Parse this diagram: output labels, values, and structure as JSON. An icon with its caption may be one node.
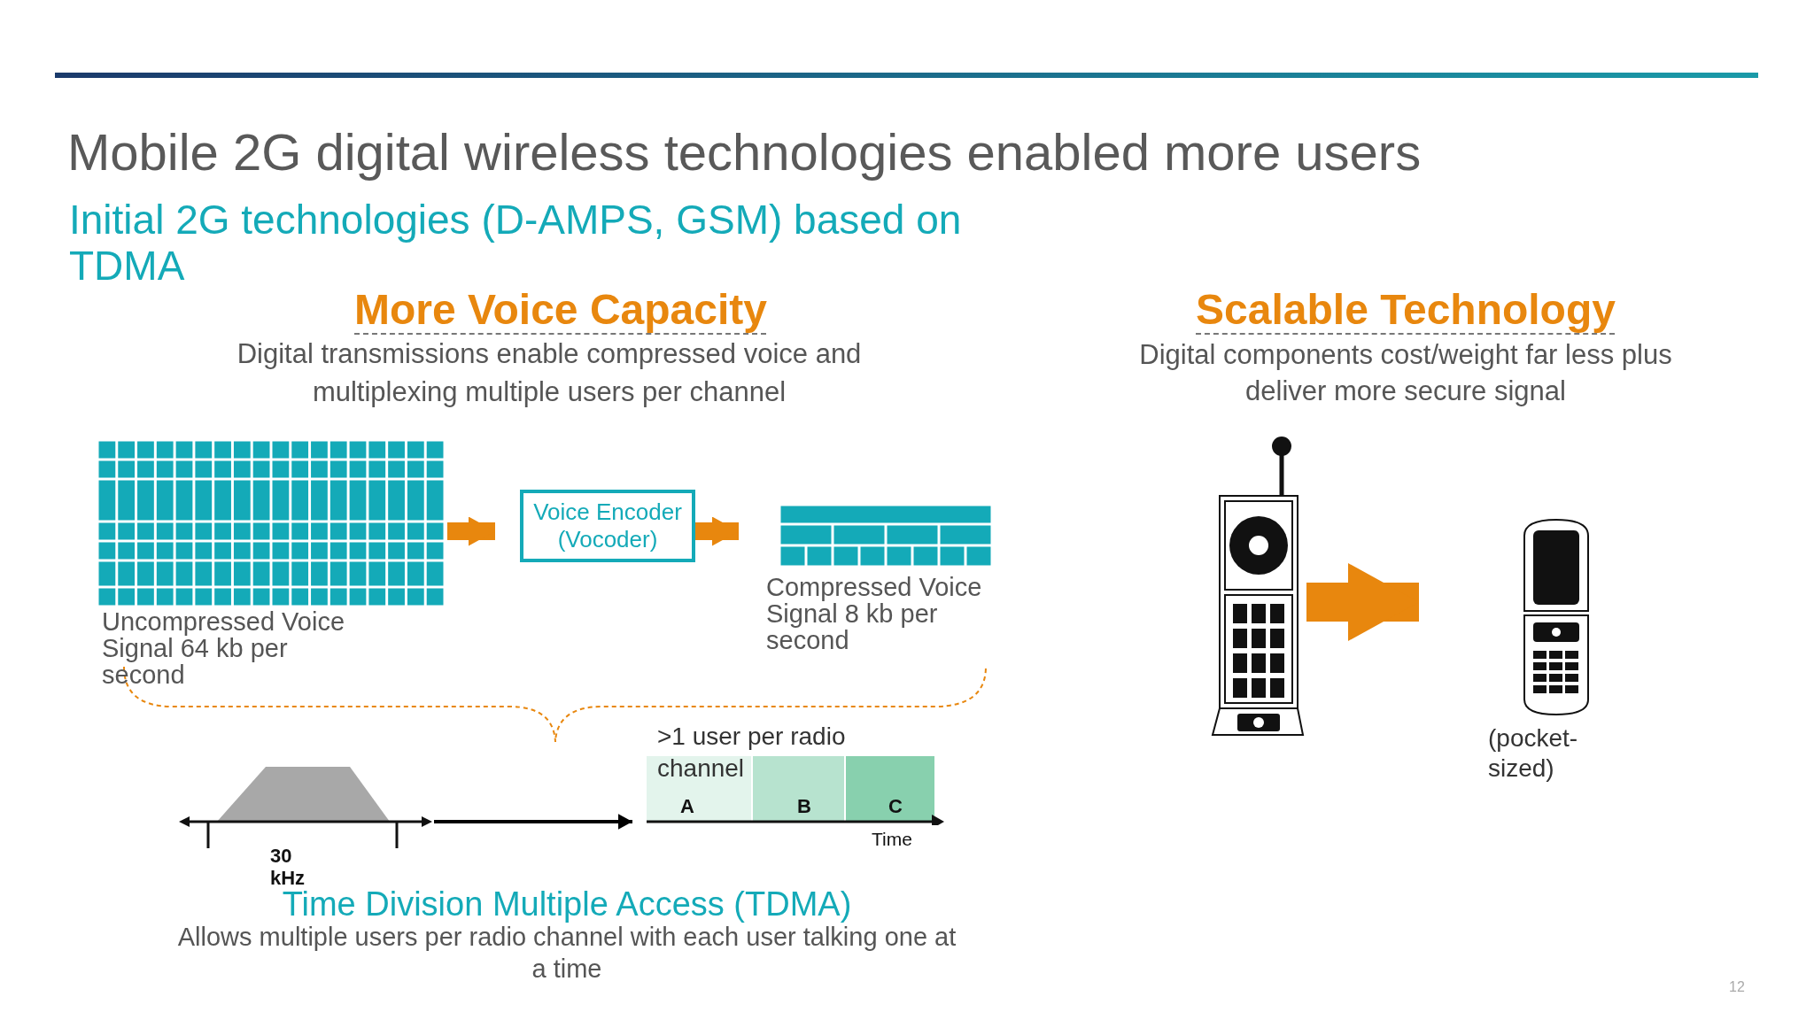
{
  "diagram": {
    "title": "Mobile 2G digital wireless technologies enabled more users",
    "nodes": [
      {
        "text": [],
        "shape": "box",
        "beside": [
          "Uncompressed Voice Signal 64 kb per second"
        ]
      },
      {
        "text": [
          "Voice Encoder (Vocoder)"
        ]
      },
      {
        "text": [],
        "shape": "box",
        "beside": [
          "Compressed Voice Signal 8 kb per second"
        ]
      },
      {
        "text": [],
        "shape": "trapezoid",
        "beside": [
          "30 kHz"
        ]
      },
      {
        "text": [],
        "shape": "bar",
        "beside": [
          ">1 user per radio channel"
        ]
      },
      {
        "text": [],
        "shape": "phone"
      },
      {
        "text": [],
        "shape": "phone",
        "beside": [
          "(pocket-sized)"
        ]
      }
    ],
    "edges": [
      {
        "from": 0,
        "to": 1,
        "arrow": "to"
      },
      {
        "from": 1,
        "to": 2,
        "arrow": "to"
      },
      {
        "from": 3,
        "to": 4,
        "arrow": "to",
        "color": "#000000"
      },
      {
        "from": 5,
        "to": 6,
        "arrow": "to",
        "style": "thick"
      }
    ],
    "labels": [
      "Initial 2G technologies (D-AMPS, GSM) based on TDMA",
      "More Voice Capacity",
      "Digital transmissions enable compressed voice and multiplexing multiple users per channel",
      "Scalable Technology",
      "Digital components cost/weight far less plus deliver more secure signal",
      "A",
      "B",
      "C",
      "Time",
      "Time Division Multiple Access (TDMA)",
      "Allows multiple users per radio channel with each user talking one at a time",
      "12"
    ]
  }
}
